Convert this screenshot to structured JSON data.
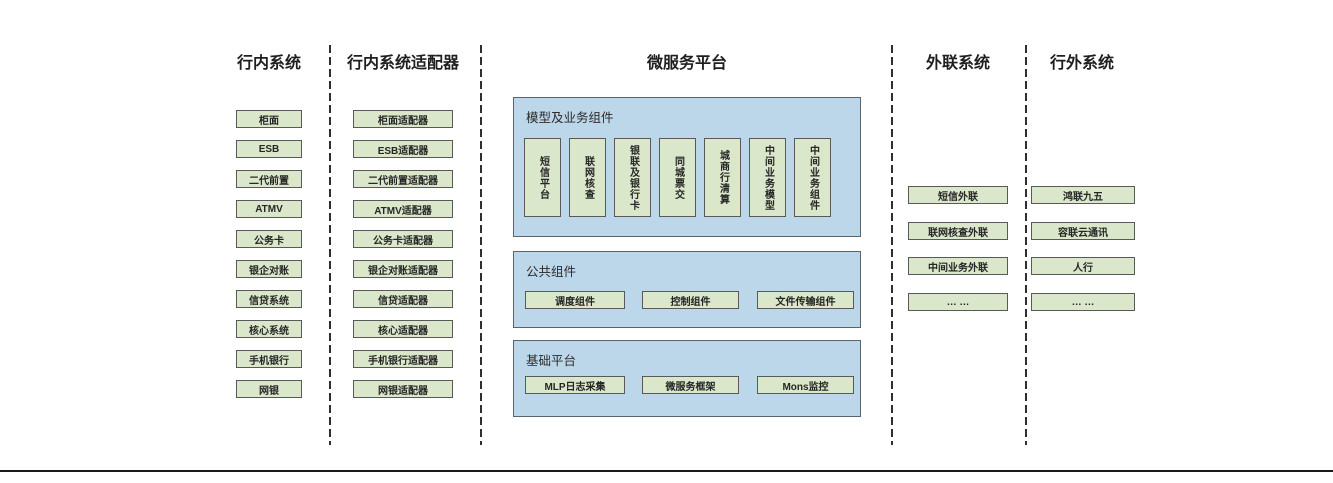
{
  "diagram": {
    "columns": {
      "internal": {
        "title": "行内系统",
        "items": [
          "柜面",
          "ESB",
          "二代前置",
          "ATMV",
          "公务卡",
          "银企对账",
          "信贷系统",
          "核心系统",
          "手机银行",
          "网银"
        ]
      },
      "adapters": {
        "title": "行内系统适配器",
        "items": [
          "柜面适配器",
          "ESB适配器",
          "二代前置适配器",
          "ATMV适配器",
          "公务卡适配器",
          "银企对账适配器",
          "信贷适配器",
          "核心适配器",
          "手机银行适配器",
          "网银适配器"
        ]
      },
      "platform": {
        "title": "微服务平台",
        "sections": [
          {
            "label": "模型及业务组件",
            "items": [
              "短信平台",
              "联网核查",
              "银联及银行卡",
              "同城票交",
              "城商行清算",
              "中间业务模型",
              "中间业务组件"
            ]
          },
          {
            "label": "公共组件",
            "items": [
              "调度组件",
              "控制组件",
              "文件传输组件"
            ]
          },
          {
            "label": "基础平台",
            "items": [
              "MLP日志采集",
              "微服务框架",
              "Mons监控"
            ]
          }
        ]
      },
      "outreach": {
        "title": "外联系统",
        "items": [
          "短信外联",
          "联网核查外联",
          "中间业务外联",
          "… …"
        ]
      },
      "external": {
        "title": "行外系统",
        "items": [
          "鸿联九五",
          "容联云通讯",
          "人行",
          "… …"
        ]
      }
    },
    "colors": {
      "node_fill": "#dbe7ca",
      "node_border": "#595959",
      "container_fill": "#bdd7ea",
      "container_border": "#57636e",
      "separator": "#2f2f2f",
      "text": "#262626"
    }
  }
}
